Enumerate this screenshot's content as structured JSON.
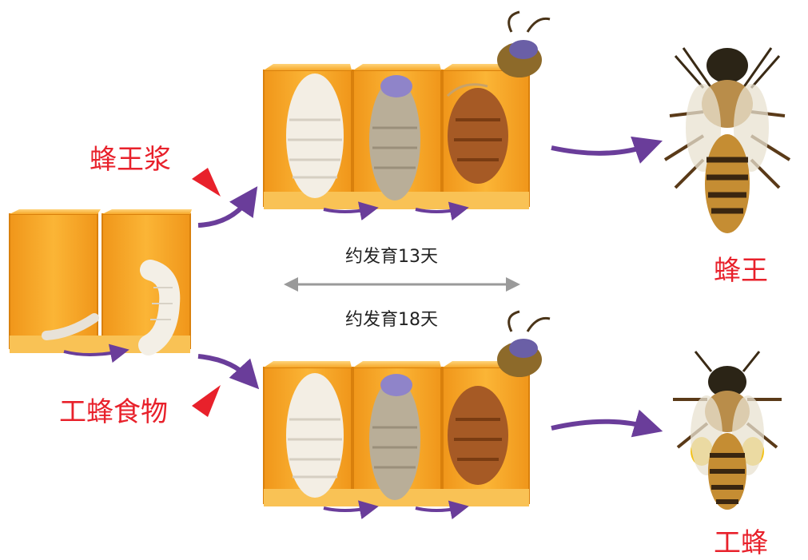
{
  "labels": {
    "royal_jelly": "蜂王浆",
    "worker_food": "工蜂食物",
    "days_13": "约发育13天",
    "days_18": "约发育18天",
    "queen": "蜂王",
    "worker": "工蜂"
  },
  "colors": {
    "label_red": "#e8212b",
    "arrow_purple": "#6a3d9a",
    "cell_orange": "#f5a623",
    "cell_edge": "#e08a10",
    "double_arrow_gray": "#9a9a9a"
  },
  "icons": [
    "larva-icon",
    "pupa-icon",
    "queen-bee-icon",
    "worker-bee-icon",
    "arrow-icon"
  ]
}
